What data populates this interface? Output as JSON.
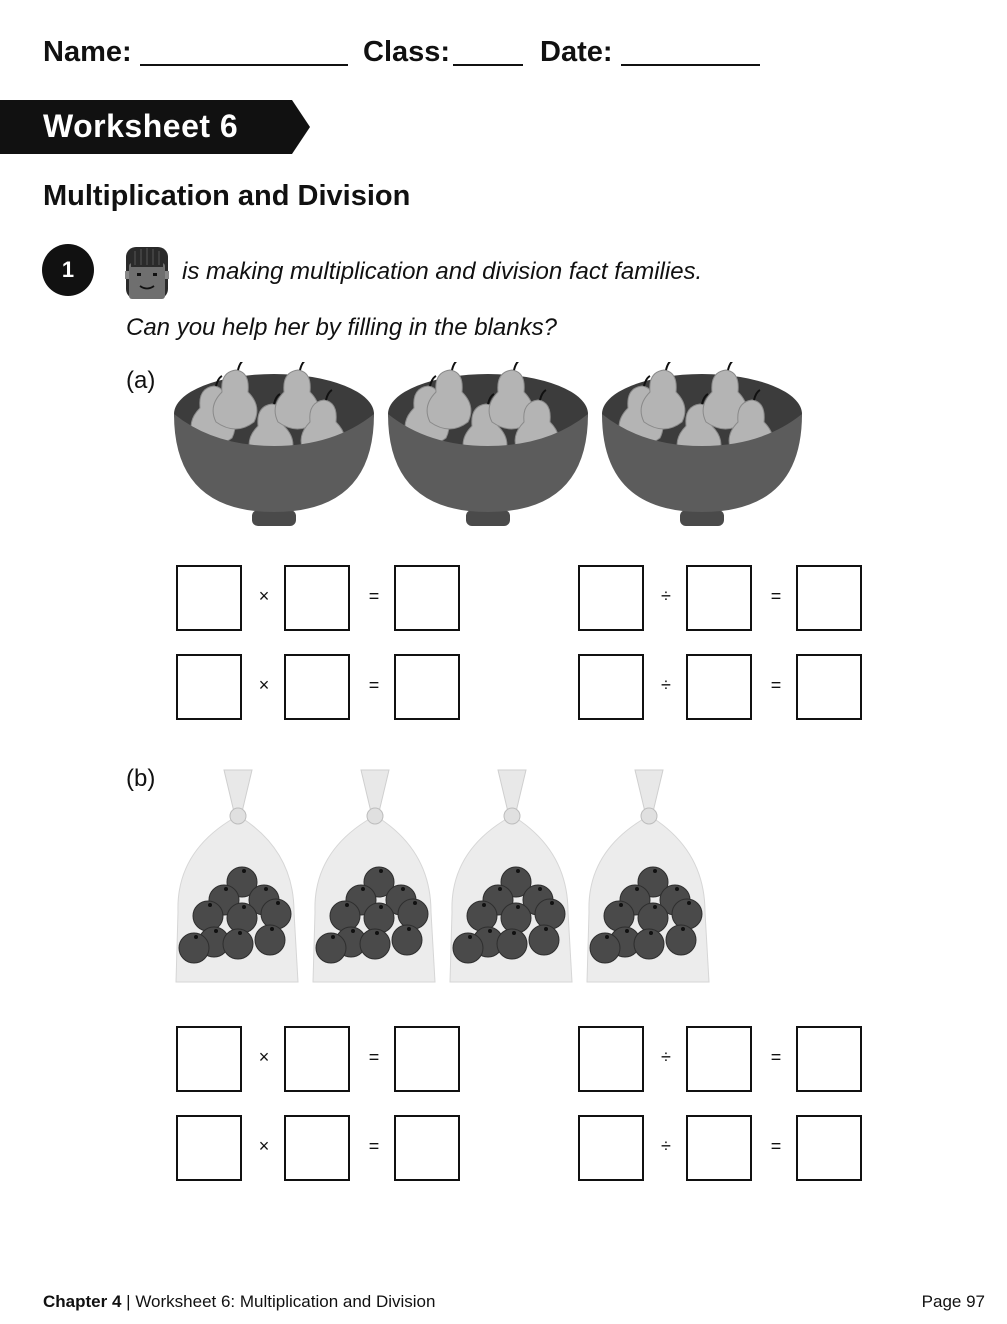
{
  "header": {
    "name_label": "Name:",
    "class_label": "Class:",
    "date_label": "Date:"
  },
  "banner": {
    "title": "Worksheet 6"
  },
  "section": {
    "title": "Multiplication and Division"
  },
  "question": {
    "number": "1",
    "text_line1": "is making multiplication and division fact families.",
    "text_line2": "Can you help her by filling in the blanks?",
    "parts": [
      {
        "label": "(a)",
        "group_count": 3,
        "items_per_group": 5,
        "item": "pear",
        "container": "bowl"
      },
      {
        "label": "(b)",
        "group_count": 4,
        "items_per_group": 10,
        "item": "orange",
        "container": "bag"
      }
    ]
  },
  "operators": {
    "multiply": "×",
    "divide": "÷",
    "equals": "="
  },
  "icons": {
    "avatar": "girl-avatar-icon",
    "bowl": "fruit-bowl-icon",
    "pear": "pear-icon",
    "bag": "plastic-bag-icon",
    "orange": "orange-icon"
  },
  "footer": {
    "chapter": "Chapter 4",
    "separator": "|",
    "title": "Worksheet 6: Multiplication and Division",
    "page": "Page 97"
  }
}
